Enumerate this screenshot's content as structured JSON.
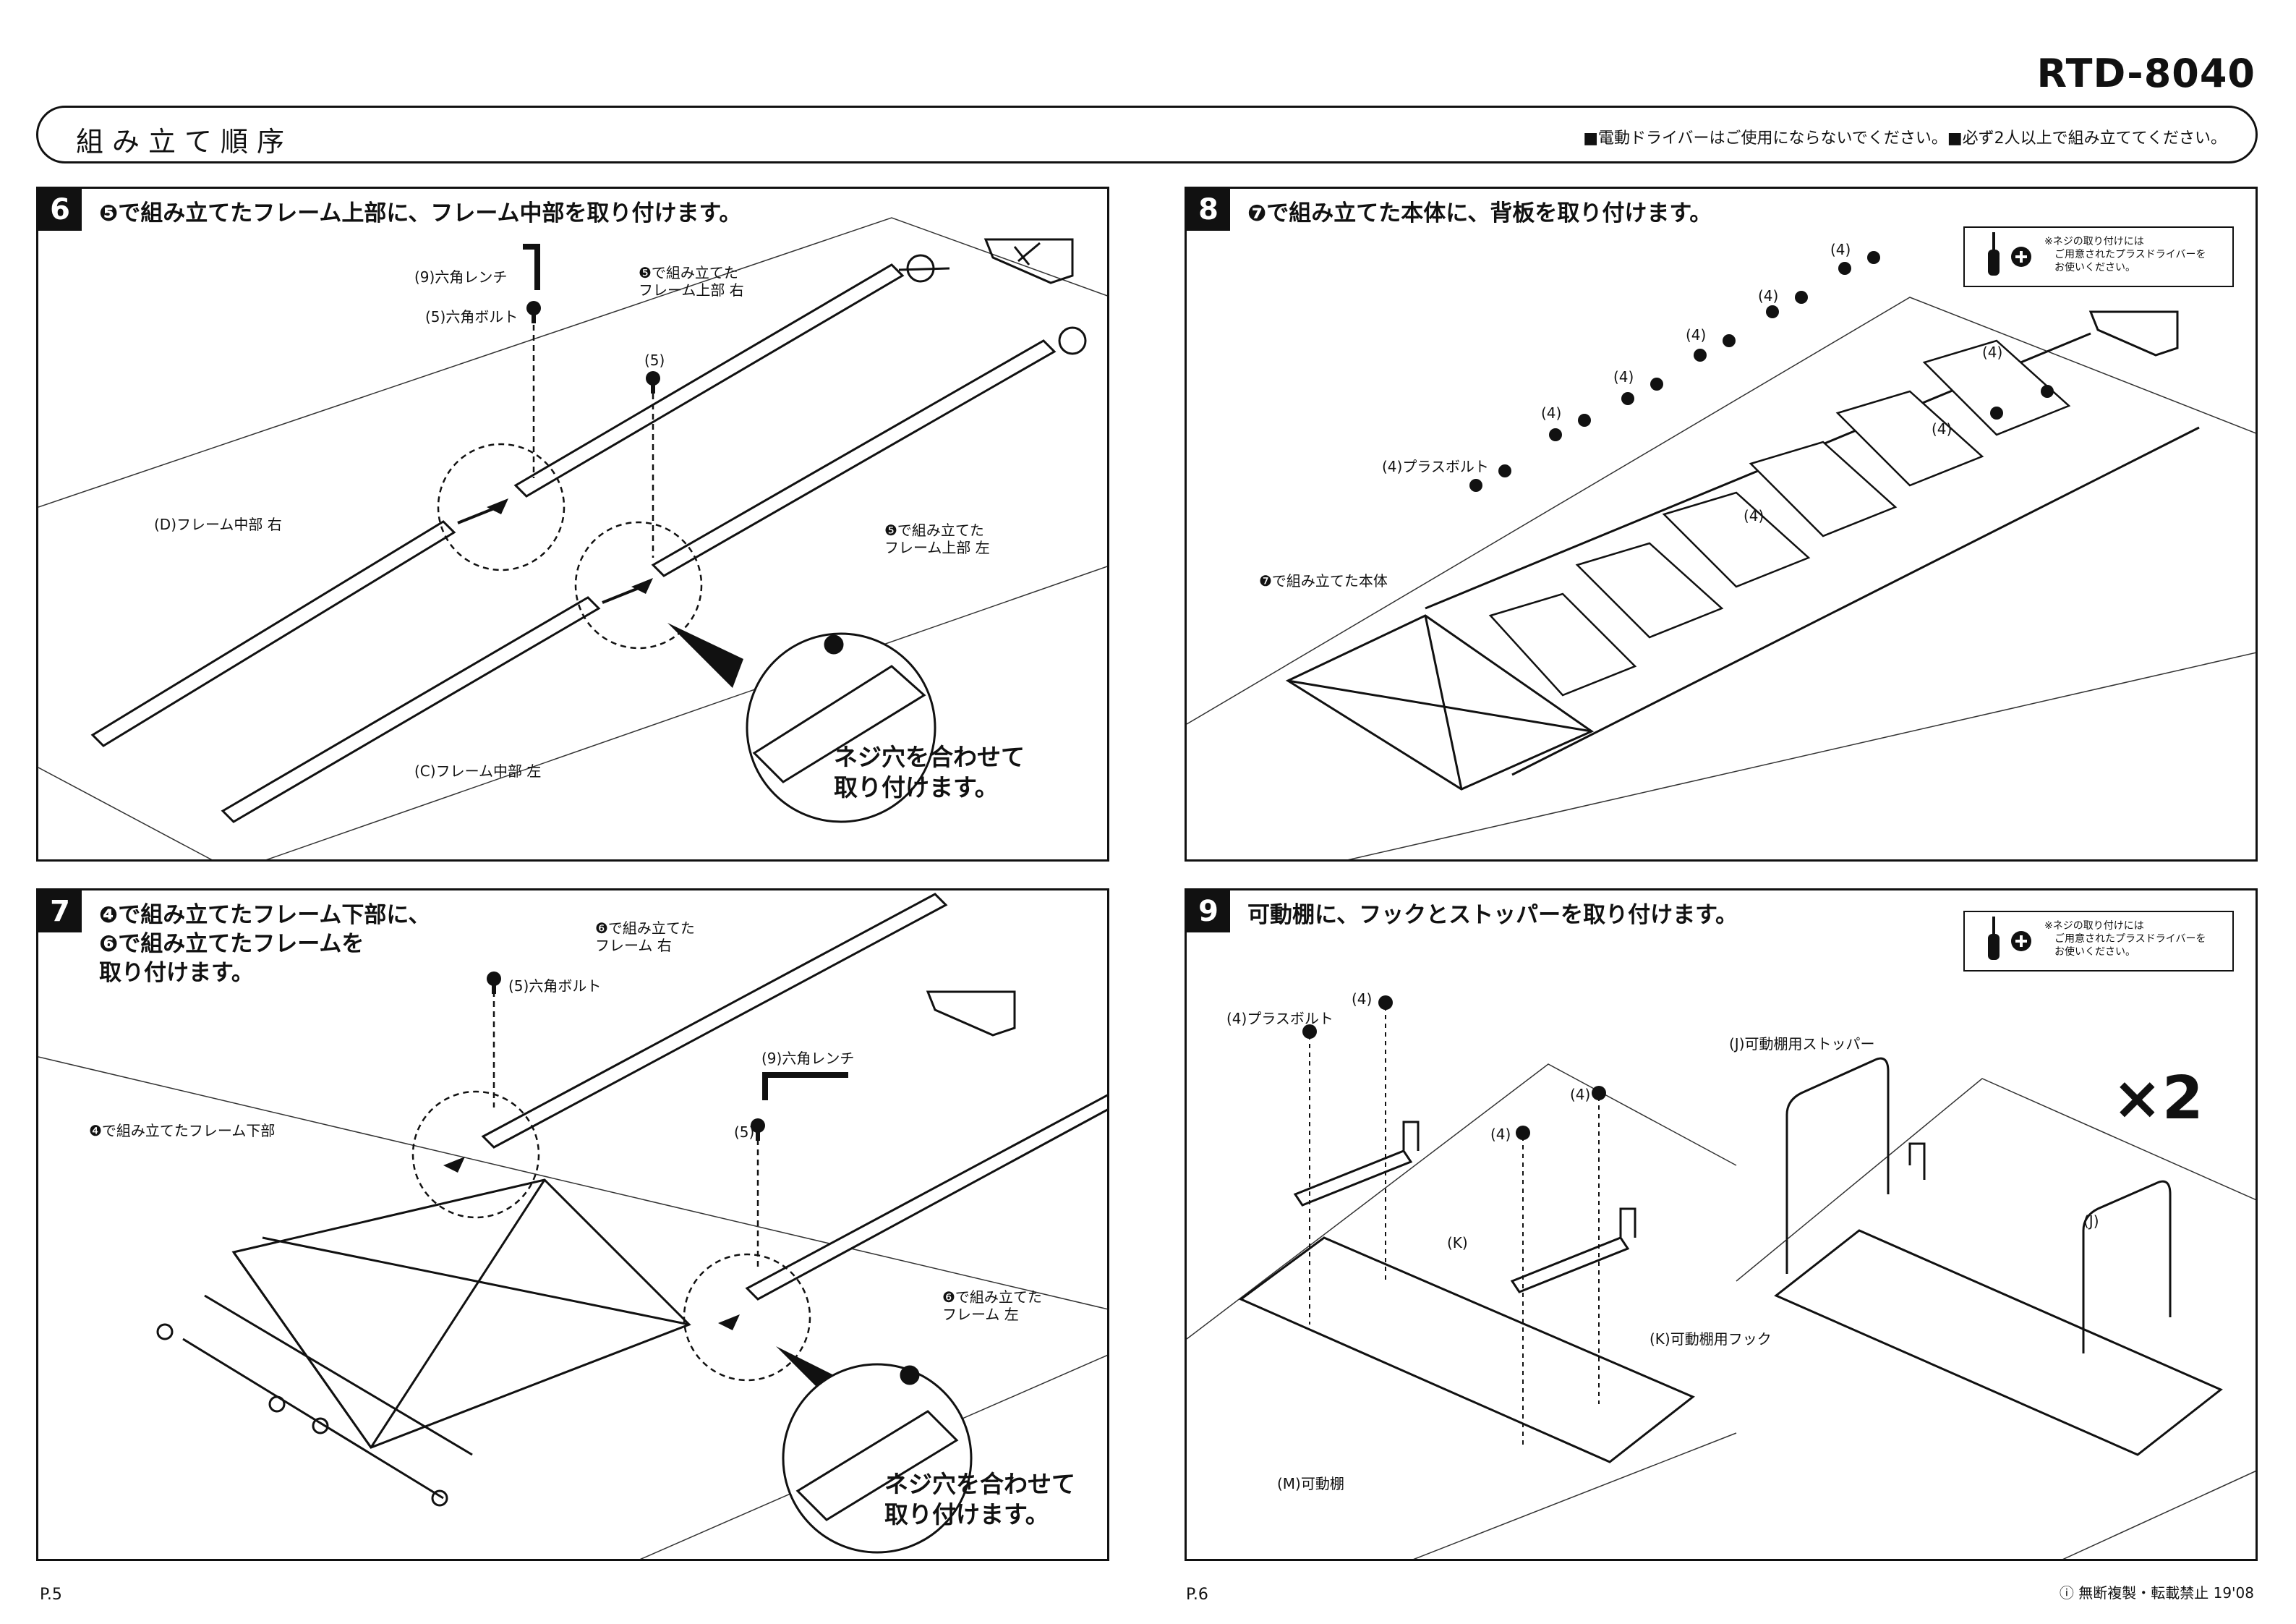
{
  "header": {
    "model": "RTD-8040",
    "title": "組み立て順序",
    "notice": "■電動ドライバーはご使用にならないでください。■必ず2人以上で組み立ててください。"
  },
  "steps": {
    "s6": {
      "number": "6",
      "title": "❺で組み立てたフレーム上部に、フレーム中部を取り付けます。",
      "labels": {
        "wrench": "(9)六角レンチ",
        "bolt": "(5)六角ボルト",
        "bolt5": "(5)",
        "upper_right": "❺で組み立てた\nフレーム上部 右",
        "upper_left": "❺で組み立てた\nフレーム上部 左",
        "mid_right": "(D)フレーム中部 右",
        "mid_left": "(C)フレーム中部 左",
        "callout": "ネジ穴を合わせて\n取り付けます。"
      }
    },
    "s7": {
      "number": "7",
      "title": "❹で組み立てたフレーム下部に、\n❻で組み立てたフレームを\n取り付けます。",
      "labels": {
        "bolt": "(5)六角ボルト",
        "frame_right": "❻で組み立てた\nフレーム 右",
        "frame_left": "❻で組み立てた\nフレーム 左",
        "lower": "❹で組み立てたフレーム下部",
        "wrench": "(9)六角レンチ",
        "bolt5": "(5)",
        "callout": "ネジ穴を合わせて\n取り付けます。"
      }
    },
    "s8": {
      "number": "8",
      "title": "❼で組み立てた本体に、背板を取り付けます。",
      "note": "※ネジの取り付けには\n　ご用意されたプラスドライバーを\n　お使いください。",
      "labels": {
        "plus_bolt": "(4)プラスボルト",
        "four": "(4)",
        "body": "❼で組み立てた本体"
      }
    },
    "s9": {
      "number": "9",
      "title": "可動棚に、フックとストッパーを取り付けます。",
      "note": "※ネジの取り付けには\n　ご用意されたプラスドライバーを\n　お使いください。",
      "labels": {
        "plus_bolt": "(4)プラスボルト",
        "four": "(4)",
        "k": "(K)",
        "k_hook": "(K)可動棚用フック",
        "m_shelf": "(M)可動棚",
        "j_stopper": "(J)可動棚用ストッパー",
        "j": "(J)",
        "times": "×2"
      }
    }
  },
  "footer": {
    "page_left": "P.5",
    "page_right": "P.6",
    "copyright": "ⓘ 無断複製・転載禁止 19'08"
  }
}
